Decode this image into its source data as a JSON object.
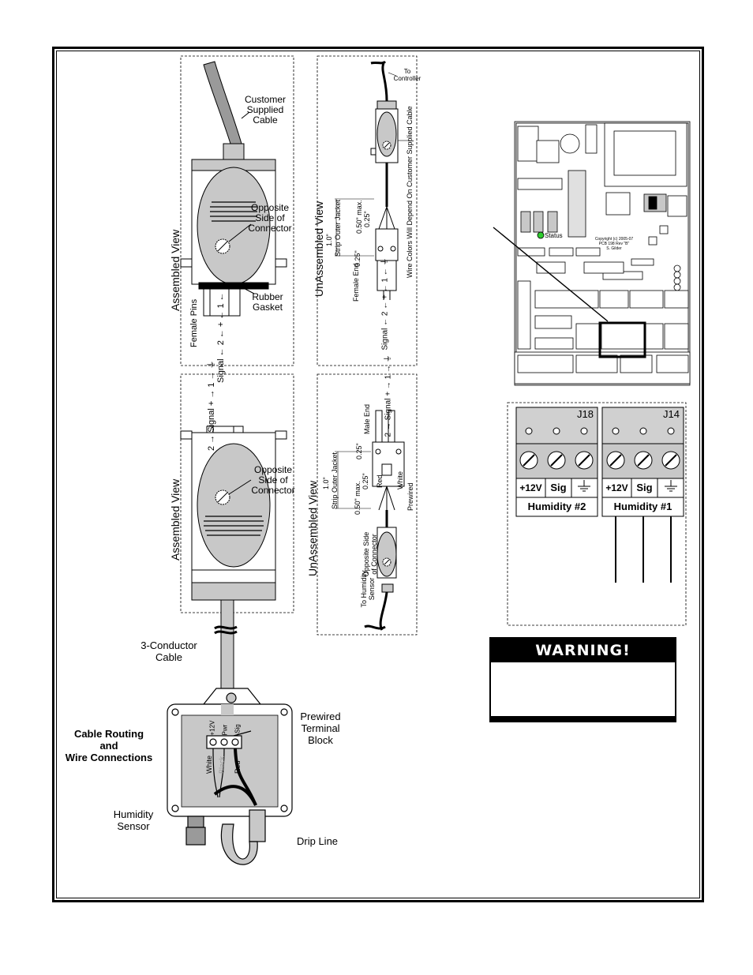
{
  "assembled_top": {
    "title": "Assembled View",
    "customer_cable": "Customer\nSupplied\nCable",
    "opposite_side": "Opposite\nSide of\nConnector",
    "rubber_gasket": "Rubber\nGasket",
    "female_pins": "Female Pins",
    "pins_row": "Signal ← 2   ←  +  ←  1  ← ⏚"
  },
  "unassembled_top": {
    "title": "UnAssembled View",
    "to_controller": "To\nController",
    "wire_colors": "Wire Colors Will Depend On Customer Supplied Cable",
    "strip_jacket": "Strip Outer Jacket",
    "dim_1_0": "1.0\"",
    "dim_050": "0.50\" max.",
    "dim_025a": "0.25\"",
    "dim_025b": "0.25\"",
    "female_end": "Female End",
    "pins_row": "Signal ← 2  ←  +  ←  1  ← ⏚"
  },
  "assembled_bottom": {
    "title": "Assembled View",
    "pins_row": "2 → Signal  + →  1 → ⏚",
    "opposite_side": "Opposite\nSide of\nConnector"
  },
  "unassembled_bottom": {
    "title": "UnAssembled View",
    "male_end": "Male End",
    "pins_row": "2 → Signal  + →  1 → ⏚",
    "dim_025a": "0.25\"",
    "dim_025b": "0.25\"",
    "dim_1_0": "1.0\"",
    "strip_jacket": "Strip Outer Jacket",
    "dim_050": "0.50\" max.",
    "red": "Red",
    "white": "White",
    "prewired": "Prewired",
    "opposite_side": "Opposite Side\nof Connector",
    "to_sensor": "To Humidity\nSensor"
  },
  "bottom_left": {
    "three_conductor": "3-Conductor\nCable",
    "cable_routing": "Cable Routing\nand\nWire Connections",
    "prewired_block": "Prewired\nTerminal\nBlock",
    "humidity_sensor": "Humidity\nSensor",
    "drip_line": "Drip Line",
    "white": "White",
    "black": "Black",
    "red": "Red",
    "term_plus": "+12V",
    "term_pwr": "Pwr",
    "term_sig": "-Sig"
  },
  "pcb": {
    "status": "Status",
    "copyright": "Copyright (c) 2005-07\nPCB 198 Rev \"B\"\nS. Gilder"
  },
  "terminals": {
    "j18": "J18",
    "j14": "J14",
    "plus12": "+12V",
    "sig": "Sig",
    "humidity2": "Humidity #2",
    "humidity1": "Humidity #1"
  },
  "warning": {
    "title": "WARNING!"
  },
  "colors": {
    "gray_light": "#c8c8c8",
    "gray_mid": "#9a9a9a",
    "status_green": "#2ecc2e"
  }
}
